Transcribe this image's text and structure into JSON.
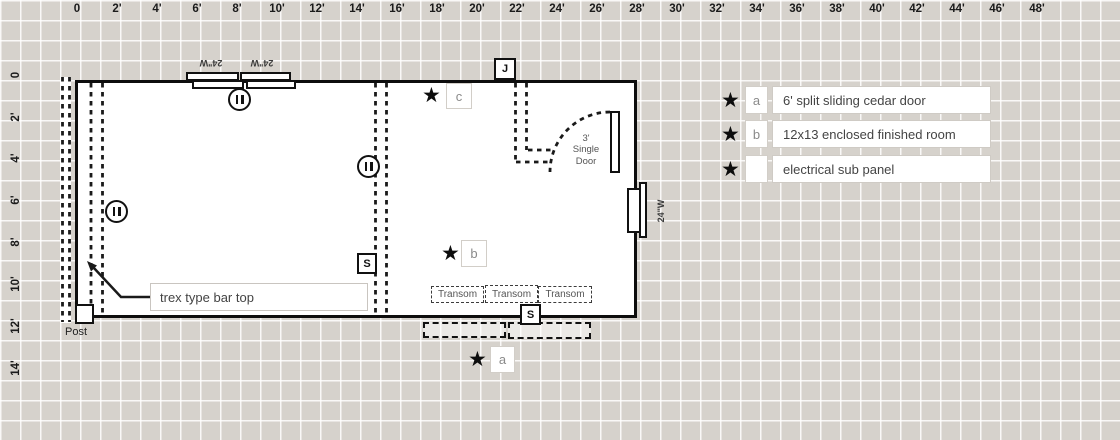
{
  "icons": {
    "star": "★"
  },
  "rulers": {
    "top": [
      "0",
      "2'",
      "4'",
      "6'",
      "8'",
      "10'",
      "12'",
      "14'",
      "16'",
      "18'",
      "20'",
      "22'",
      "24'",
      "26'",
      "28'",
      "30'",
      "32'",
      "34'",
      "36'",
      "38'",
      "40'",
      "42'",
      "44'",
      "46'",
      "48'"
    ],
    "left": [
      "0",
      "2'",
      "4'",
      "6'",
      "8'",
      "10'",
      "12'",
      "14'"
    ]
  },
  "plan": {
    "windows": {
      "top_left_label": "24\"W",
      "top_right_label": "24\"W",
      "right_wall_label": "24\"W"
    },
    "door": {
      "line1": "3'",
      "line2": "Single",
      "line3": "Door"
    },
    "symbols": {
      "junction": "J",
      "switch_mid": "S",
      "switch_bottom": "S"
    },
    "post_label": "Post",
    "bar_top_label": "trex type bar top",
    "transoms": [
      "Transom",
      "Transom",
      "Transom"
    ],
    "markers": {
      "a": "a",
      "b": "b",
      "c": "c"
    }
  },
  "legend": {
    "rows": [
      {
        "letter": "a",
        "desc": "6' split sliding cedar door"
      },
      {
        "letter": "b",
        "desc": "12x13 enclosed finished room"
      },
      {
        "letter": "",
        "desc": "electrical sub panel"
      }
    ]
  },
  "colors": {
    "grid_bg": "#d6d2cc",
    "grid_line": "#ffffff",
    "wall": "#111111",
    "text_dark": "#1b1b1b",
    "text_gray": "#555555"
  }
}
